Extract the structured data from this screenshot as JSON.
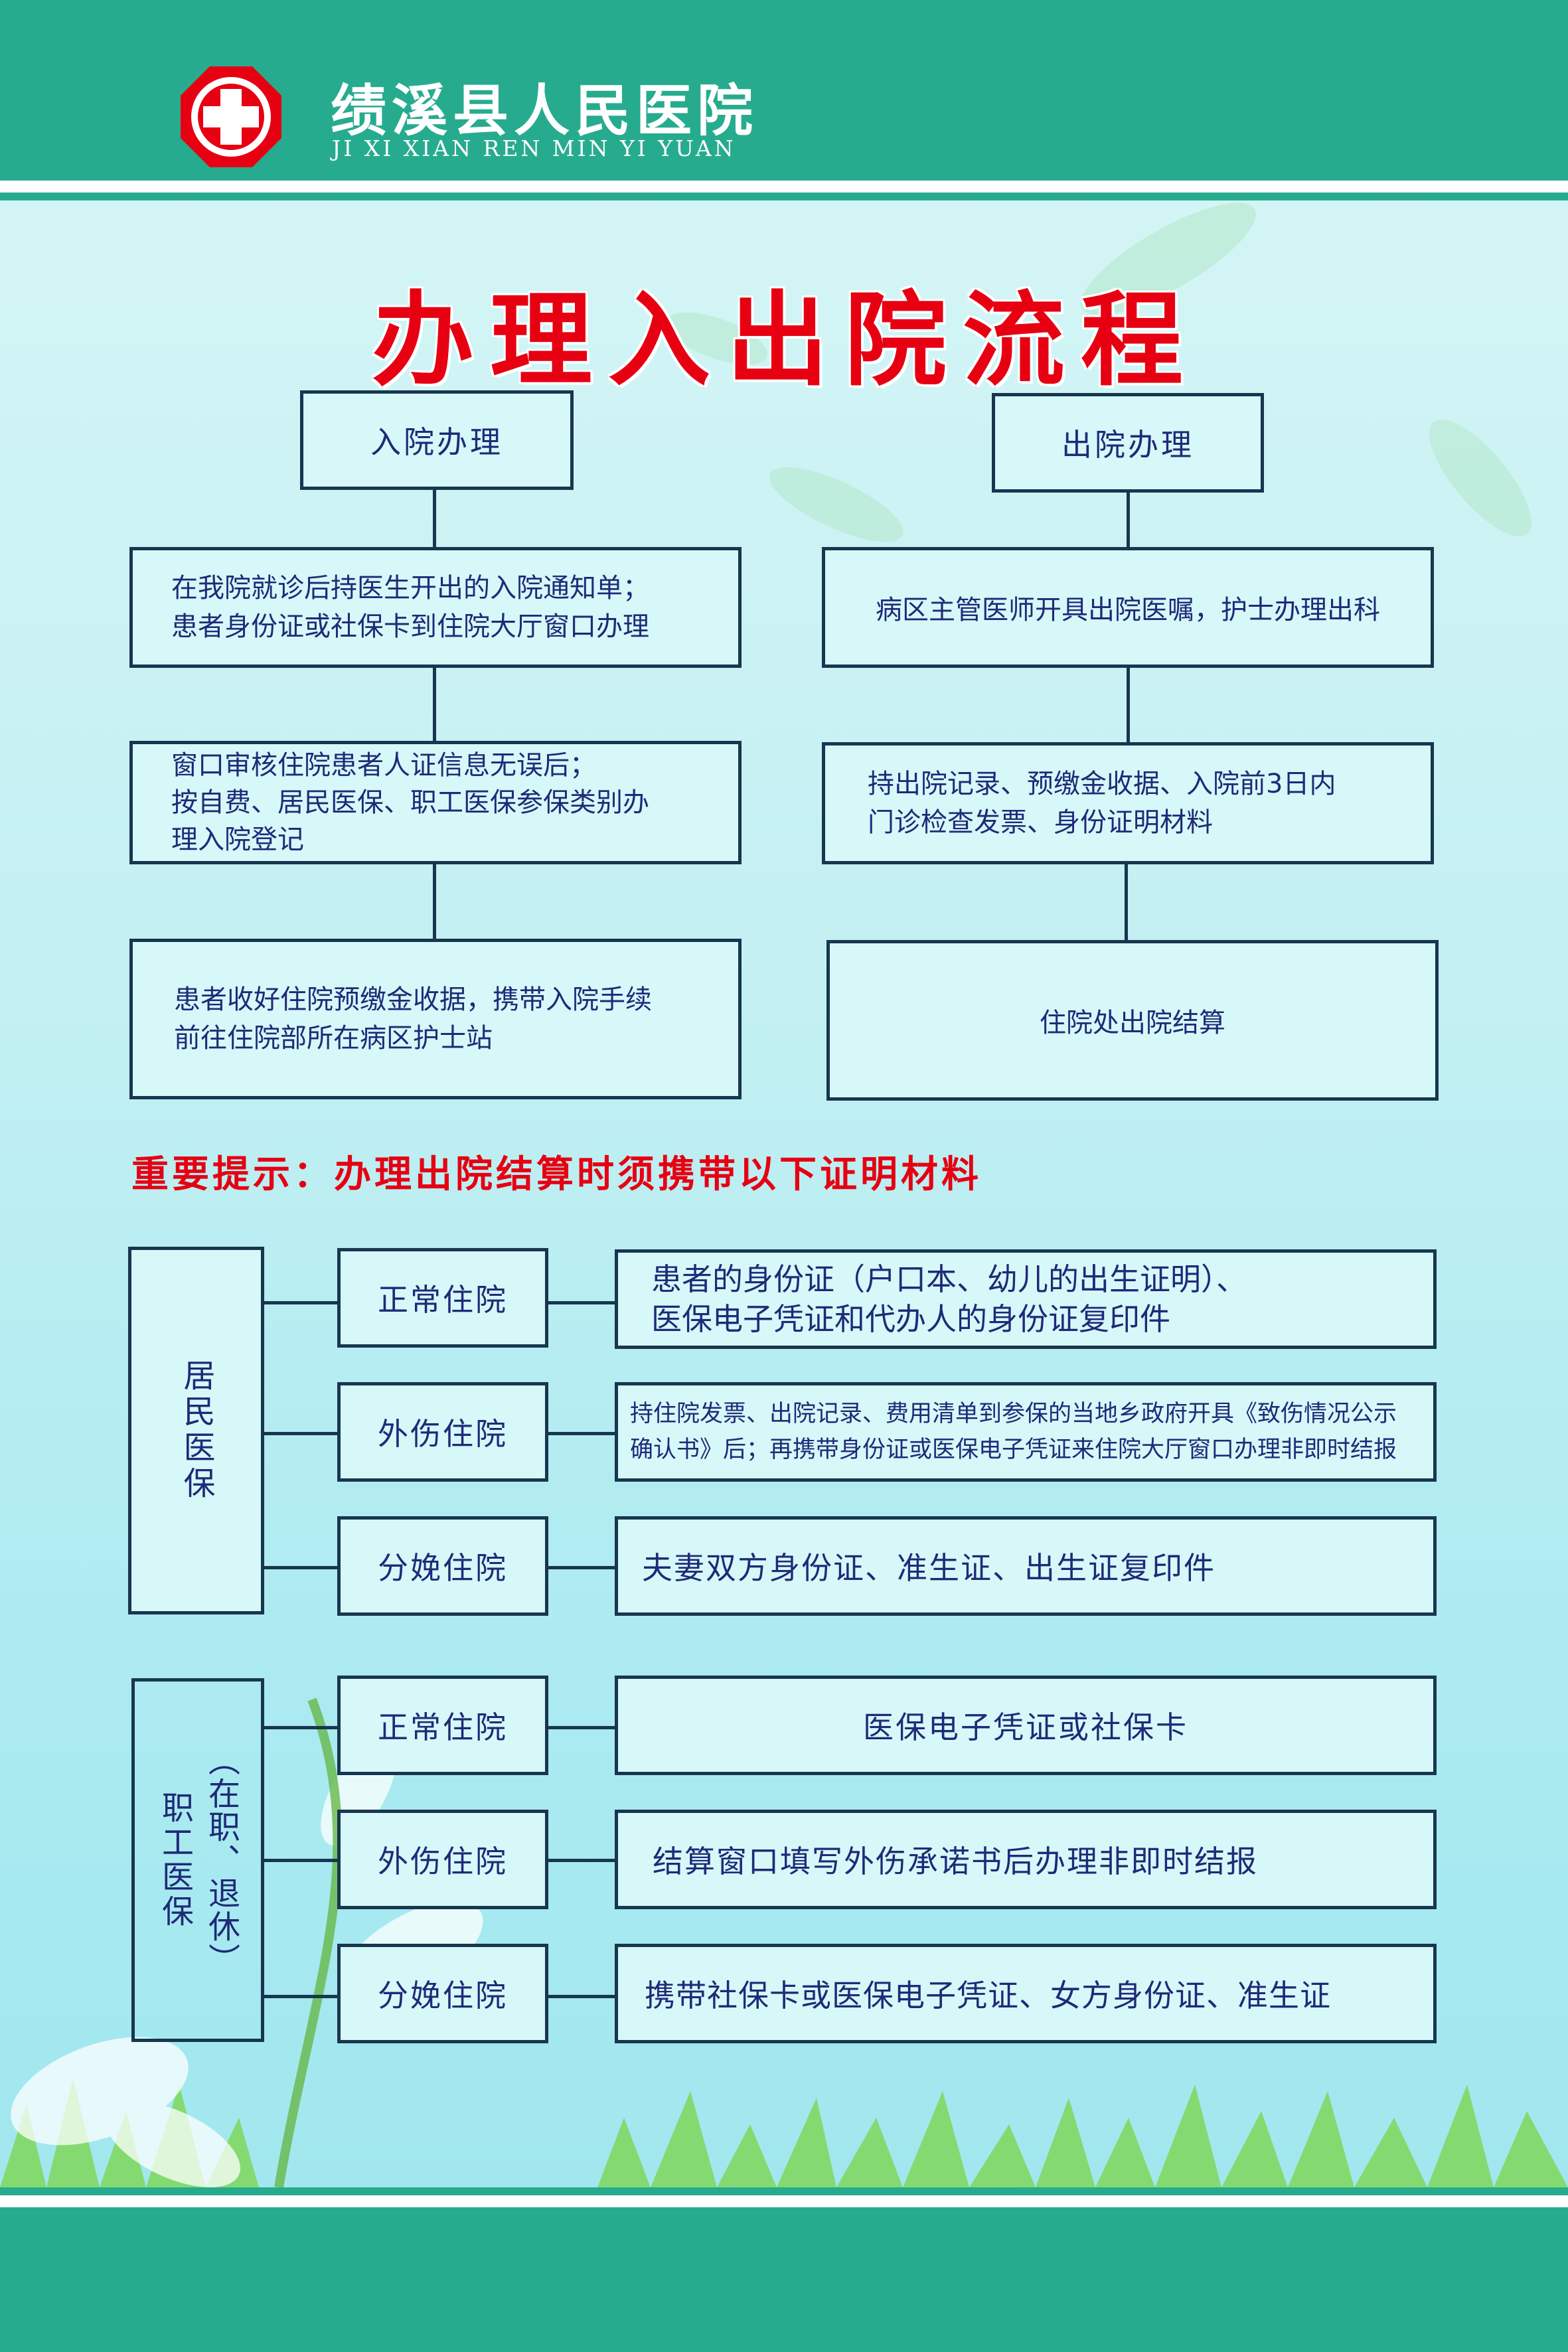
{
  "header": {
    "hospital_name": "绩溪县人民医院",
    "hospital_pinyin": "JI XI XIAN REN MIN YI YUAN",
    "logo_icon": "red-cross-logo-icon"
  },
  "title": "办理入出院流程",
  "admission": {
    "heading": "入院办理",
    "steps": [
      "在我院就诊后持医生开出的入院通知单；\n患者身份证或社保卡到住院大厅窗口办理",
      "窗口审核住院患者人证信息无误后；\n按自费、居民医保、职工医保参保类别办\n理入院登记",
      "患者收好住院预缴金收据，携带入院手续\n前往住院部所在病区护士站"
    ]
  },
  "discharge": {
    "heading": "出院办理",
    "steps": [
      "病区主管医师开具出院医嘱，护士办理出科",
      "持出院记录、预缴金收据、入院前3日内\n门诊检查发票、身份证明材料",
      "住院处出院结算"
    ]
  },
  "notice": "重要提示：办理出院结算时须携带以下证明材料",
  "resident_insurance": {
    "label": "居民医保",
    "rows": [
      {
        "type": "正常住院",
        "materials": "患者的身份证（户口本、幼儿的出生证明）、\n医保电子凭证和代办人的身份证复印件"
      },
      {
        "type": "外伤住院",
        "materials": "持住院发票、出院记录、费用清单到参保的当地乡政府开具《致伤情况公示\n确认书》后；再携带身份证或医保电子凭证来住院大厅窗口办理非即时结报"
      },
      {
        "type": "分娩住院",
        "materials": "夫妻双方身份证、准生证、出生证复印件"
      }
    ]
  },
  "employee_insurance": {
    "label_main": "职工医保",
    "label_sub": "（在职、退休）",
    "rows": [
      {
        "type": "正常住院",
        "materials": "医保电子凭证或社保卡"
      },
      {
        "type": "外伤住院",
        "materials": "结算窗口填写外伤承诺书后办理非即时结报"
      },
      {
        "type": "分娩住院",
        "materials": "携带社保卡或医保电子凭证、女方身份证、准生证"
      }
    ]
  },
  "colors": {
    "header_green": "#27ab8e",
    "title_red": "#e60012",
    "box_border": "#18364f",
    "text_blue": "#1f2a78",
    "background": "#c4f0f3"
  }
}
